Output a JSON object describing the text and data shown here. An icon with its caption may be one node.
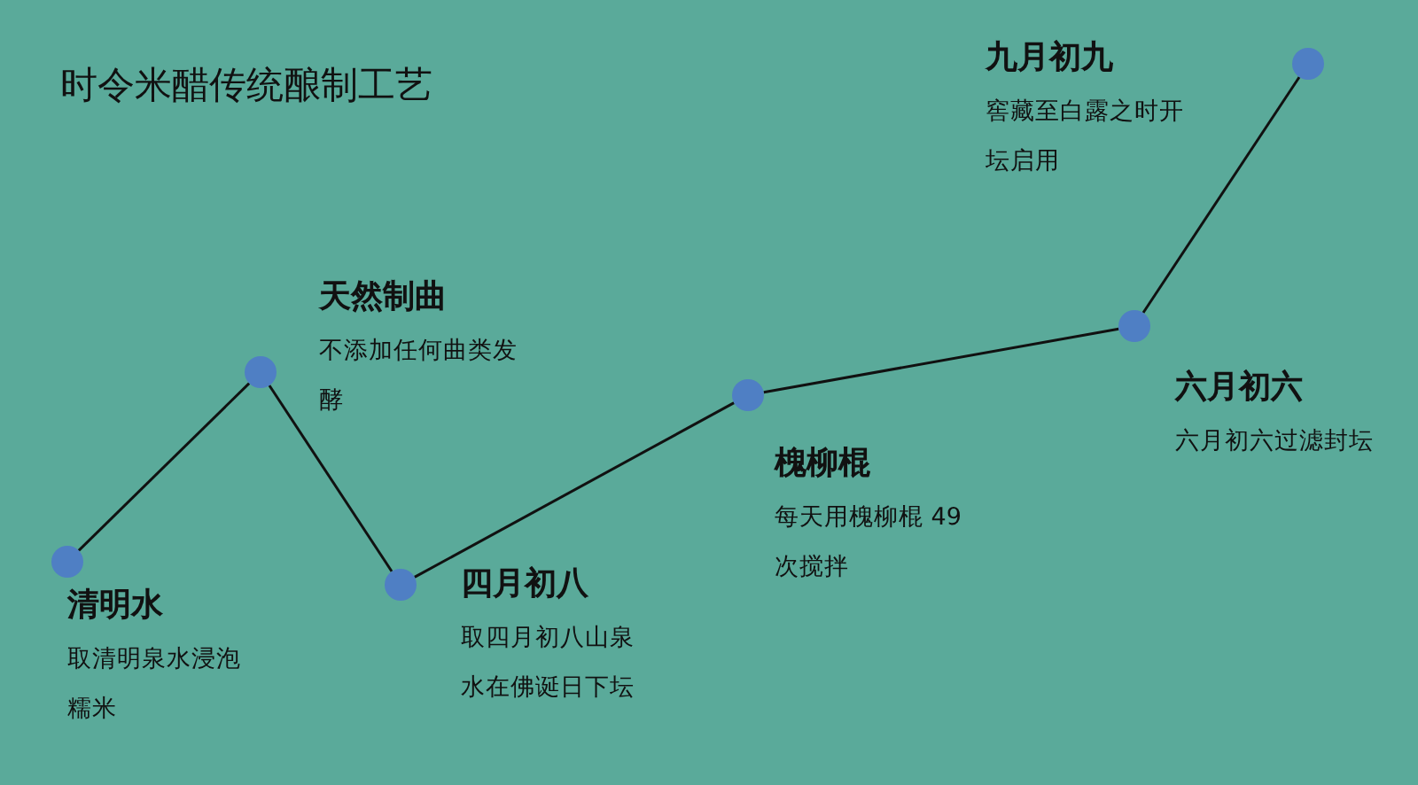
{
  "diagram": {
    "title": "时令米醋传统酿制工艺",
    "nodes": [
      {
        "text": [],
        "shape": "circle",
        "beside": [
          "清明水",
          "取清明泉水浸泡糯米"
        ]
      },
      {
        "text": [],
        "shape": "circle",
        "beside": [
          "天然制曲",
          "不添加任何曲类发酵"
        ]
      },
      {
        "text": [],
        "shape": "circle",
        "beside": [
          "四月初八",
          "取四月初八山泉水在佛诞日下坛"
        ]
      },
      {
        "text": [],
        "shape": "circle",
        "beside": [
          "槐柳棍",
          "每天用槐柳棍 49 次搅拌"
        ]
      },
      {
        "text": [],
        "shape": "circle",
        "beside": [
          "六月初六",
          "六月初六过滤封坛"
        ]
      },
      {
        "text": [],
        "shape": "circle",
        "beside": [
          "九月初九",
          "窖藏至白露之时开坛启用"
        ]
      }
    ],
    "edges": [
      {
        "from": 0,
        "to": 1,
        "arrow": "none"
      },
      {
        "from": 1,
        "to": 2,
        "arrow": "none"
      },
      {
        "from": 2,
        "to": 3,
        "arrow": "none"
      },
      {
        "from": 3,
        "to": 4,
        "arrow": "none"
      },
      {
        "from": 4,
        "to": 5,
        "arrow": "none"
      }
    ]
  }
}
